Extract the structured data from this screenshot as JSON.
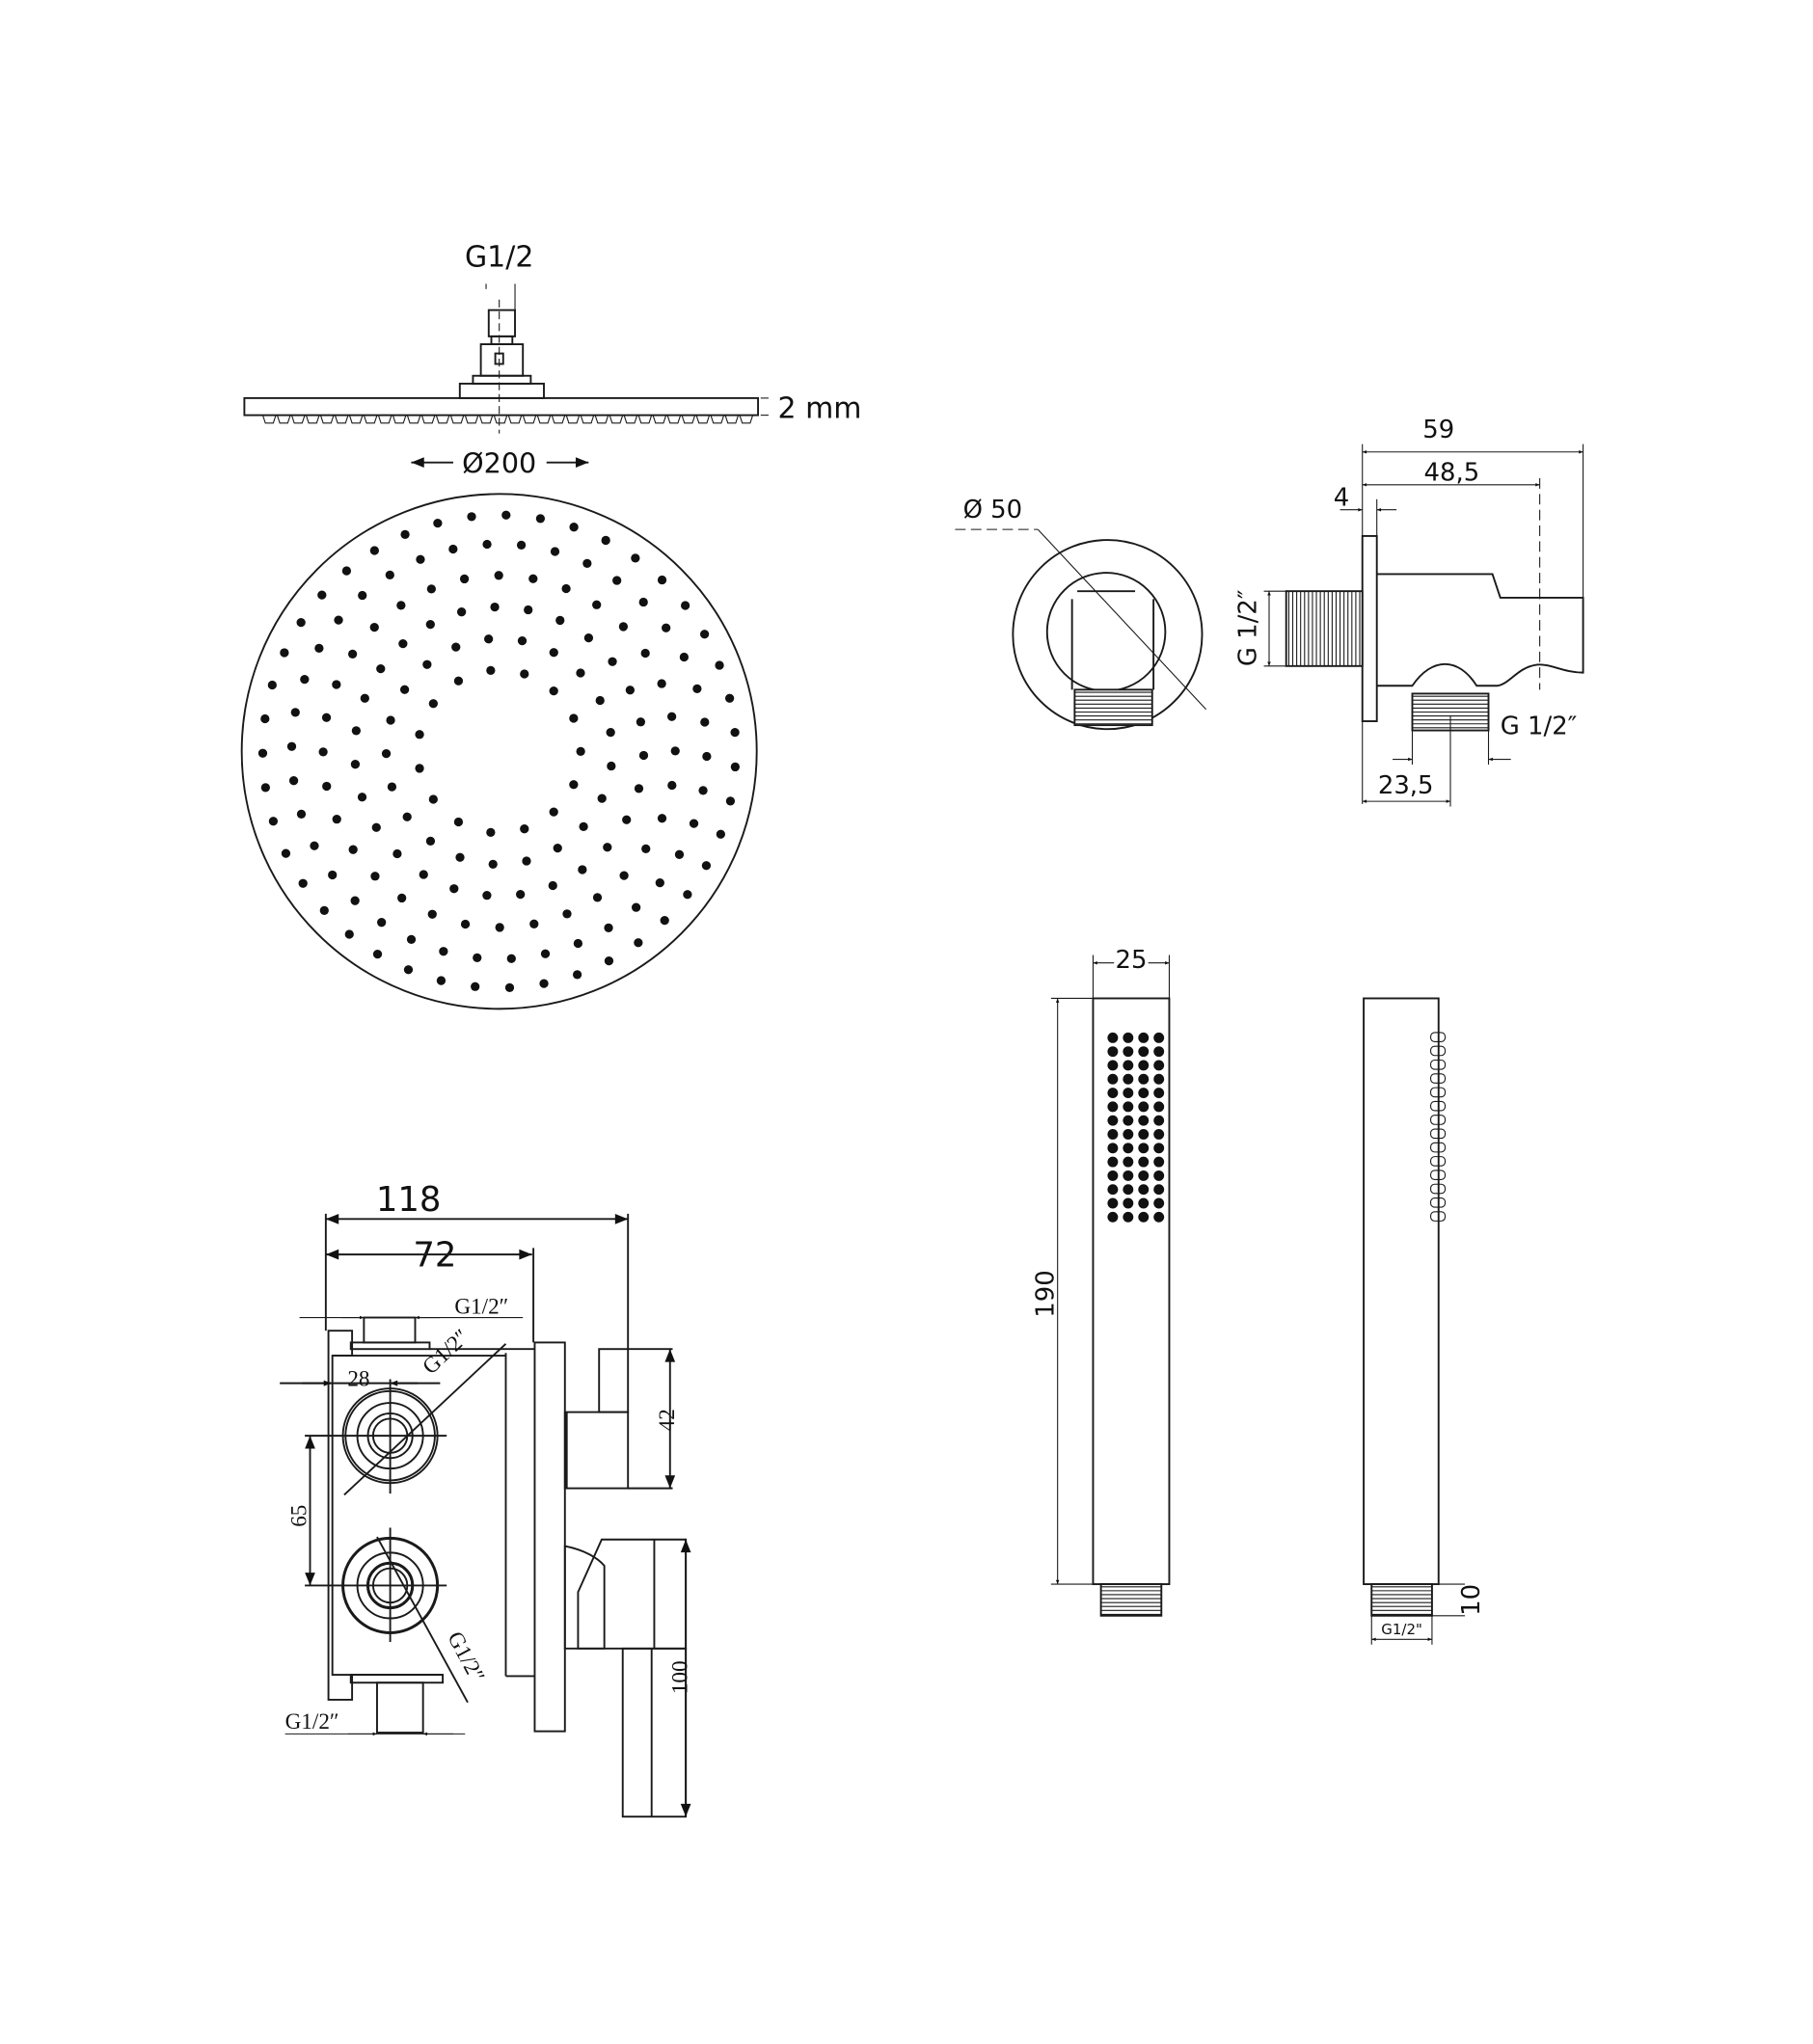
{
  "shower_head": {
    "connection_label": "G1/2",
    "thickness_label": "2 mm",
    "diameter_label": "Ø200"
  },
  "wall_elbow": {
    "diameter_label": "Ø 50",
    "length_total_label": "59",
    "length_body_label": "48,5",
    "flange_label": "4",
    "inlet_thread_label": "G 1/2″",
    "outlet_thread_label": "G 1/2″",
    "outlet_offset_label": "23,5"
  },
  "mixer": {
    "depth_total_label": "118",
    "depth_body_label": "72",
    "top_thread_label": "G1/2″",
    "upper_inlet_label": "G1/2″",
    "offset_label": "28",
    "spacing_label": "65",
    "lower_inlet_label": "G1/2″",
    "bottom_thread_label": "G1/2″",
    "diverter_height_label": "42",
    "lever_height_label": "100"
  },
  "hand_shower": {
    "width_label": "25",
    "length_label": "190",
    "thread_length_label": "10",
    "thread_label": "G1/2\""
  }
}
